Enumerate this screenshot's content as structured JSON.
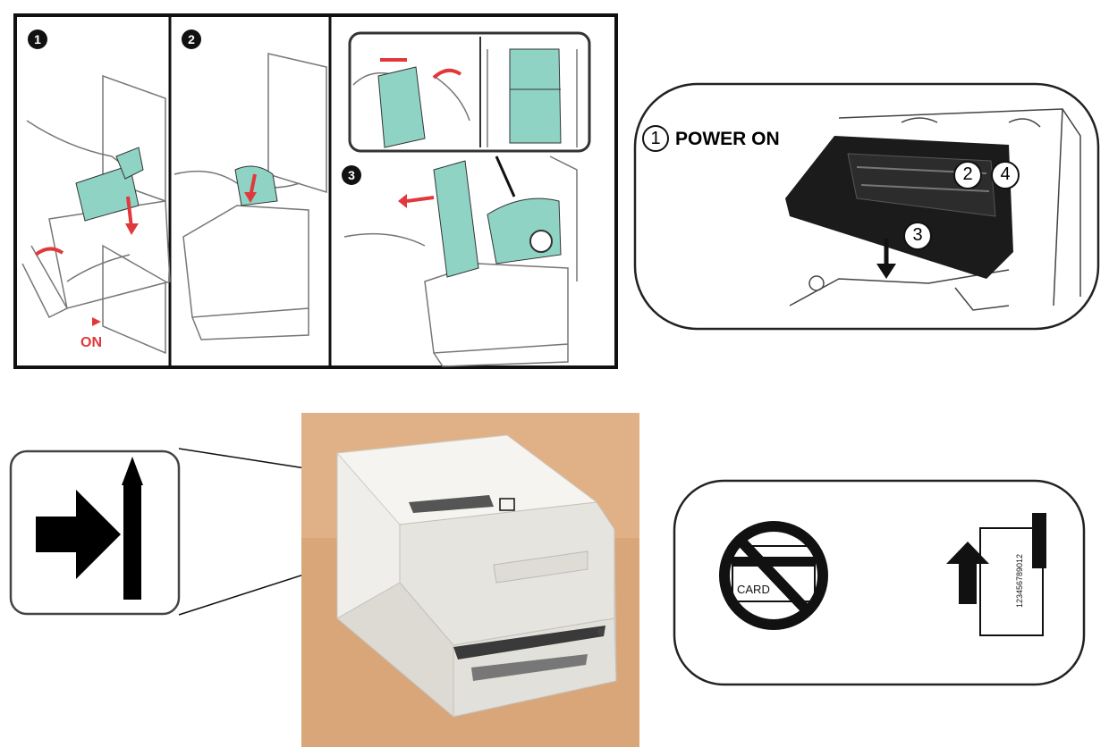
{
  "steps_panel": {
    "step_numbers": [
      "1",
      "2",
      "3"
    ],
    "on_label": "ON",
    "teal": "#8fd3c4",
    "red": "#e0393c"
  },
  "ribbon_panel": {
    "power_on": "POWER ON",
    "step1": "1",
    "step2": "2",
    "step3": "3",
    "step4": "4"
  },
  "printer_photo": {
    "background": "#d9a679",
    "body": "#efeeea"
  },
  "card_label": {
    "card_text": "CARD",
    "number_text": "123456789012"
  }
}
